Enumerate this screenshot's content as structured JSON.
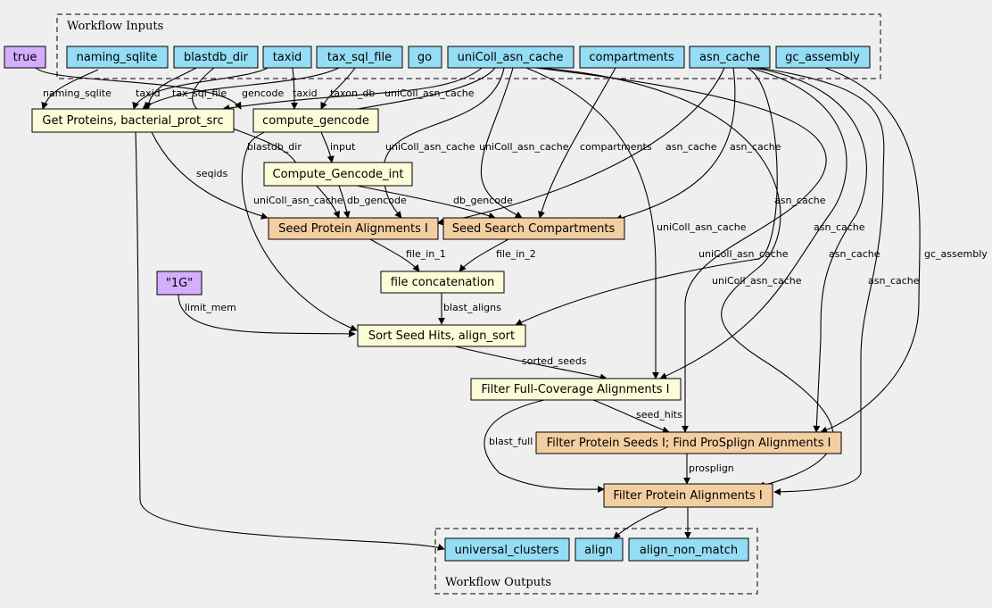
{
  "clusters": {
    "inputs_label": "Workflow Inputs",
    "outputs_label": "Workflow Outputs"
  },
  "colors": {
    "input": "#94DDF4",
    "param": "#D3AEFC",
    "step": "#FCFCD8",
    "subworkflow": "#F3CEA1",
    "output": "#94DDF4"
  },
  "params": {
    "true": "true",
    "one_g": "\"1G\""
  },
  "inputs": {
    "naming_sqlite": "naming_sqlite",
    "blastdb_dir": "blastdb_dir",
    "taxid": "taxid",
    "tax_sql_file": "tax_sql_file",
    "go": "go",
    "unicoll_asn_cache": "uniColl_asn_cache",
    "compartments": "compartments",
    "asn_cache": "asn_cache",
    "gc_assembly": "gc_assembly"
  },
  "steps": {
    "get_proteins": "Get Proteins, bacterial_prot_src",
    "compute_gencode": "compute_gencode",
    "compute_gencode_int": "Compute_Gencode_int",
    "seed_protein_alignments": "Seed Protein Alignments I",
    "seed_search_compartments": "Seed Search Compartments",
    "file_concatenation": "file concatenation",
    "sort_seed_hits": "Sort Seed Hits, align_sort",
    "filter_full_coverage": "Filter Full-Coverage Alignments I",
    "filter_protein_seeds": "Filter Protein Seeds I; Find ProSplign Alignments I",
    "filter_protein_alignments": "Filter Protein Alignments I"
  },
  "outputs": {
    "universal_clusters": "universal_clusters",
    "align": "align",
    "align_non_match": "align_non_match"
  },
  "edge_labels": {
    "naming_sqlite": "naming_sqlite",
    "taxid_a": "taxid",
    "tax_sql_file": "tax_sql_file",
    "gencode": "gencode",
    "taxid_b": "taxid",
    "taxon_db": "taxon_db",
    "unicoll_a": "uniColl_asn_cache",
    "input": "input",
    "seqids": "seqids",
    "blastdb_dir": "blastdb_dir",
    "unicoll_b": "uniColl_asn_cache",
    "unicoll_c": "uniColl_asn_cache",
    "unicoll_d": "uniColl_asn_cache",
    "compartments": "compartments",
    "asn_cache_a": "asn_cache",
    "asn_cache_b": "asn_cache",
    "db_gencode_a": "db_gencode",
    "db_gencode_b": "db_gencode",
    "asn_cache_c": "asn_cache",
    "unicoll_e": "uniColl_asn_cache",
    "asn_cache_d": "asn_cache",
    "gc_assembly": "gc_assembly",
    "file_in_1": "file_in_1",
    "file_in_2": "file_in_2",
    "unicoll_f": "uniColl_asn_cache",
    "asn_cache_e": "asn_cache",
    "limit_mem": "limit_mem",
    "blast_aligns": "blast_aligns",
    "unicoll_g": "uniColl_asn_cache",
    "asn_cache_f": "asn_cache",
    "sorted_seeds": "sorted_seeds",
    "seed_hits": "seed_hits",
    "blast_full": "blast_full",
    "prosplign": "prosplign"
  }
}
